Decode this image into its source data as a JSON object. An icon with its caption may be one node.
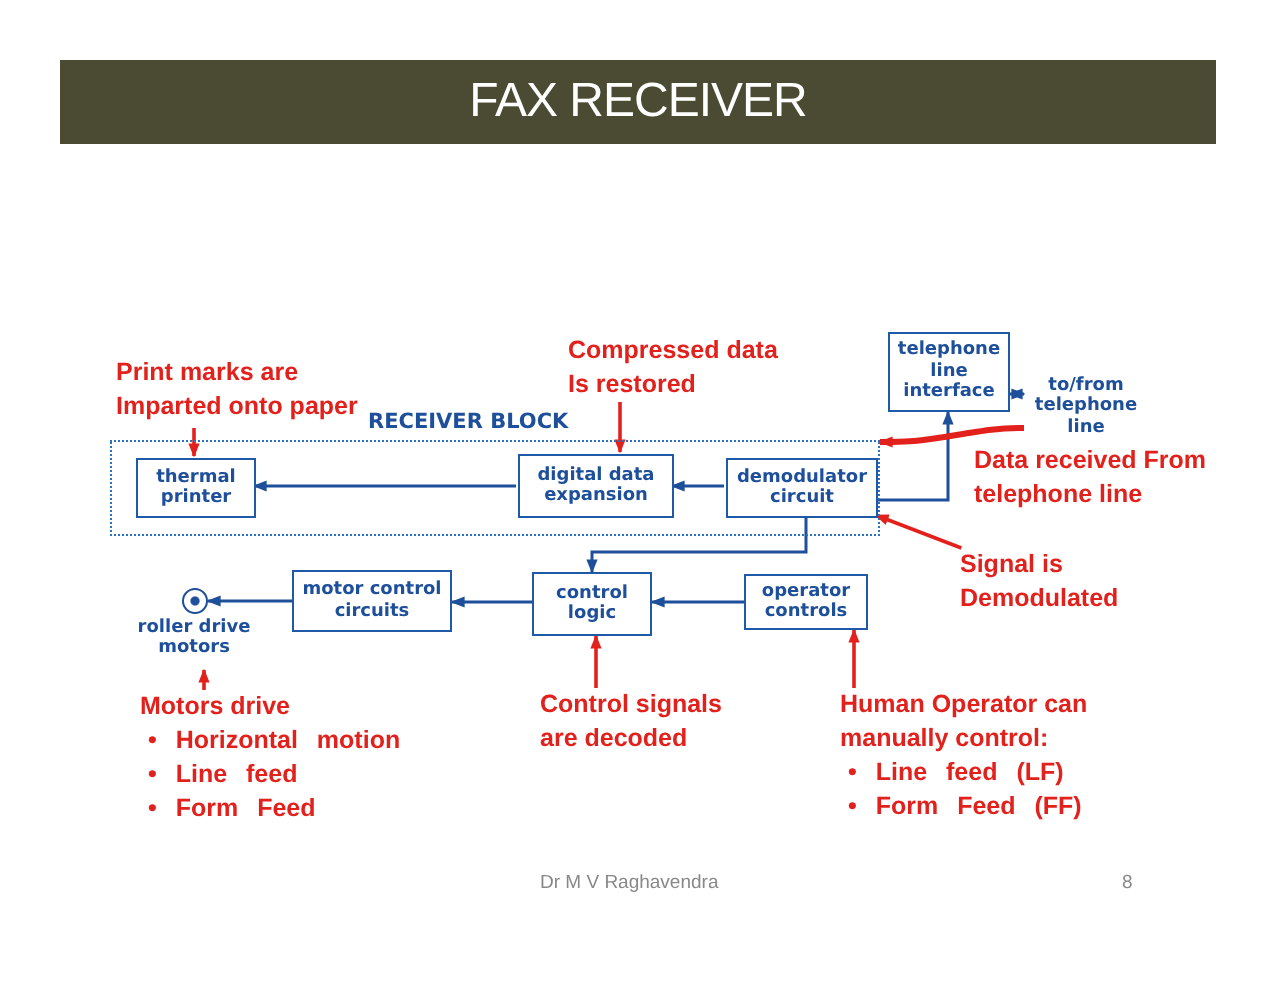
{
  "diagram": {
    "title": "FAX RECEIVER",
    "nodes": [
      {
        "text": [
          "RECEIVER BLOCK"
        ]
      },
      {
        "text": [
          "thermal printer"
        ],
        "in": 0
      },
      {
        "text": [
          "digital data expansion"
        ],
        "in": 0
      },
      {
        "text": [
          "demodulator circuit"
        ],
        "in": 0
      },
      {
        "text": [
          "telephone line interface"
        ]
      },
      {
        "text": [
          "to/from telephone line"
        ]
      },
      {
        "text": [],
        "shape": "circle"
      },
      {
        "text": [
          "roller drive motors"
        ]
      },
      {
        "text": [
          "motor control circuits"
        ]
      },
      {
        "text": [
          "control logic"
        ]
      },
      {
        "text": [
          "operator controls"
        ]
      },
      {
        "text": [
          "Print marks are Imparted onto paper"
        ]
      },
      {
        "text": [
          "Compressed data Is restored"
        ]
      },
      {
        "text": [
          "Signal is Demodulated"
        ]
      },
      {
        "text": [
          "Motors drive",
          "• Horizontal motion",
          "• Line feed",
          "• Form Feed"
        ]
      },
      {
        "text": [
          "Control signals are decoded"
        ]
      },
      {
        "text": [
          "Human Operator can manually control:",
          "• Line feed (LF)",
          "• Form Feed (FF)"
        ]
      }
    ],
    "edges": [
      {
        "from": 2,
        "to": 1,
        "arrow": "to"
      },
      {
        "from": 3,
        "to": 2,
        "arrow": "to"
      },
      {
        "from": 3,
        "to": 4,
        "arrow": "to"
      },
      {
        "from": 4,
        "to": 5,
        "arrow": "both"
      },
      {
        "from": 3,
        "to": 9,
        "arrow": "to"
      },
      {
        "from": 10,
        "to": 9,
        "arrow": "to"
      },
      {
        "from": 9,
        "to": 8,
        "arrow": "to"
      },
      {
        "from": 8,
        "to": 6,
        "arrow": "to"
      },
      {
        "from": 11,
        "to": 1,
        "arrow": "to",
        "color": "#e3211c"
      },
      {
        "from": 12,
        "to": 2,
        "arrow": "to",
        "color": "#e3211c"
      },
      {
        "from": 13,
        "to": 3,
        "arrow": "to",
        "color": "#e3211c"
      },
      {
        "from": 14,
        "to": 7,
        "arrow": "to",
        "color": "#e3211c"
      },
      {
        "from": 15,
        "to": 9,
        "arrow": "to",
        "color": "#e3211c"
      },
      {
        "from": 16,
        "to": 10,
        "arrow": "to",
        "color": "#e3211c"
      },
      {
        "from": 5,
        "to": 0,
        "arrow": "to",
        "style": "thick",
        "color": "#e3211c"
      }
    ],
    "labels": [
      "Data received From telephone line",
      "Dr M V Raghavendra",
      "8"
    ]
  }
}
